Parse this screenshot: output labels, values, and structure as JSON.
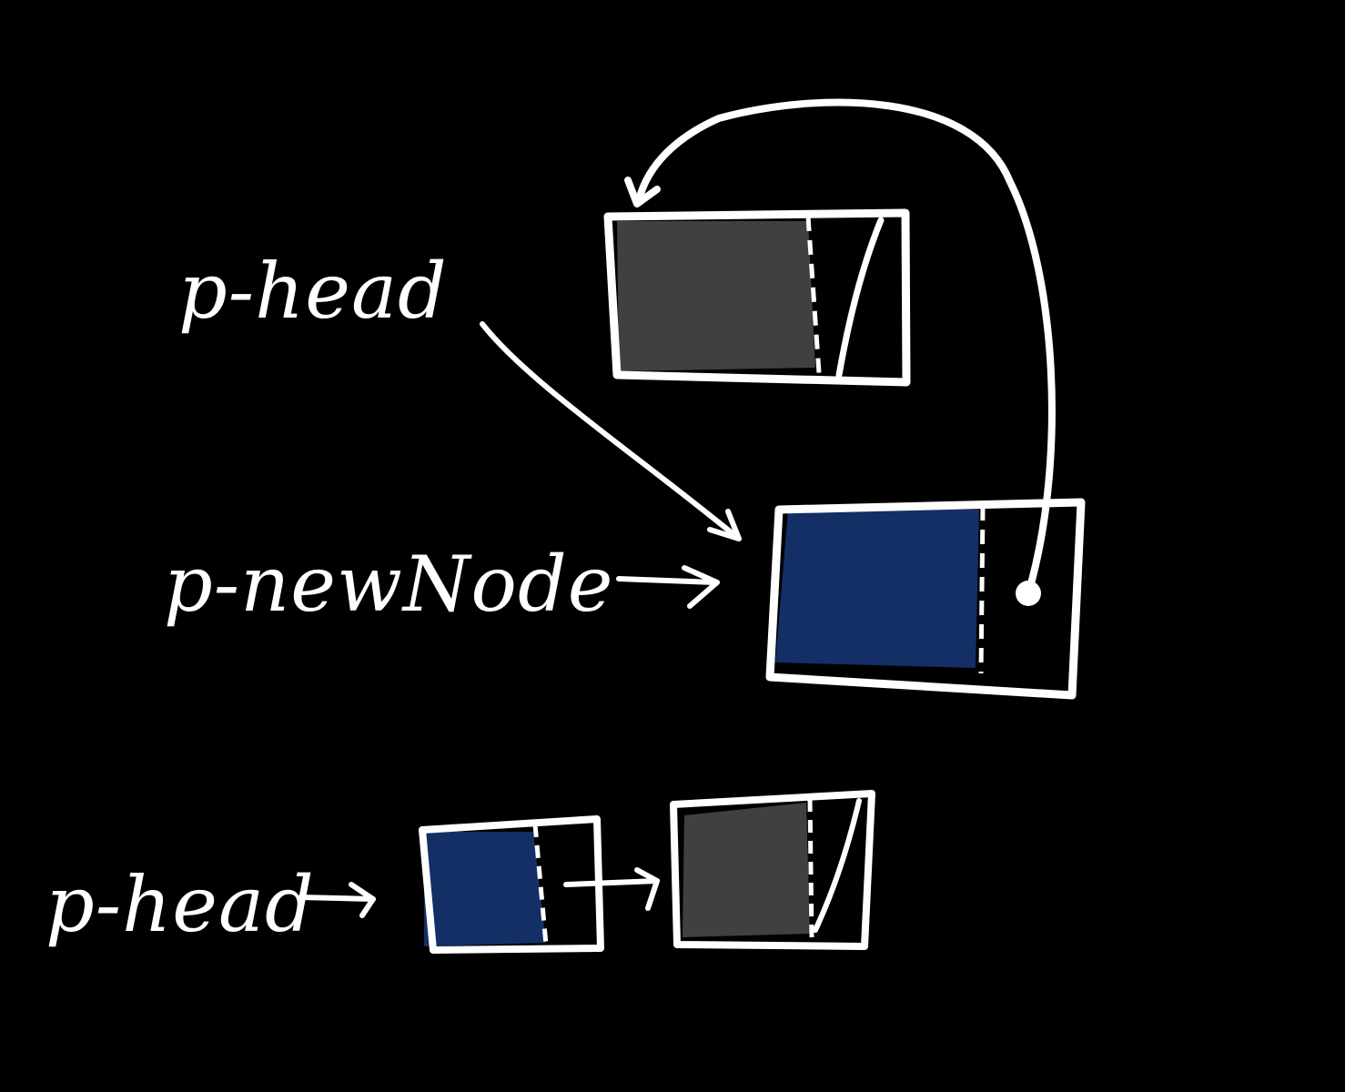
{
  "labels": {
    "top": "p-head",
    "middle": "p-newNode",
    "bottom": "p-head"
  },
  "colors": {
    "background": "#000000",
    "stroke": "#ffffff",
    "old_node_fill": "#404040",
    "new_node_fill": "#132f66"
  },
  "nodes": [
    {
      "id": "old-head-node",
      "fill": "old_node_fill",
      "next": "null"
    },
    {
      "id": "new-node",
      "fill": "new_node_fill",
      "next": "old-head-node"
    },
    {
      "id": "list-node-1",
      "fill": "new_node_fill",
      "next": "list-node-2"
    },
    {
      "id": "list-node-2",
      "fill": "old_node_fill",
      "next": "null"
    }
  ]
}
